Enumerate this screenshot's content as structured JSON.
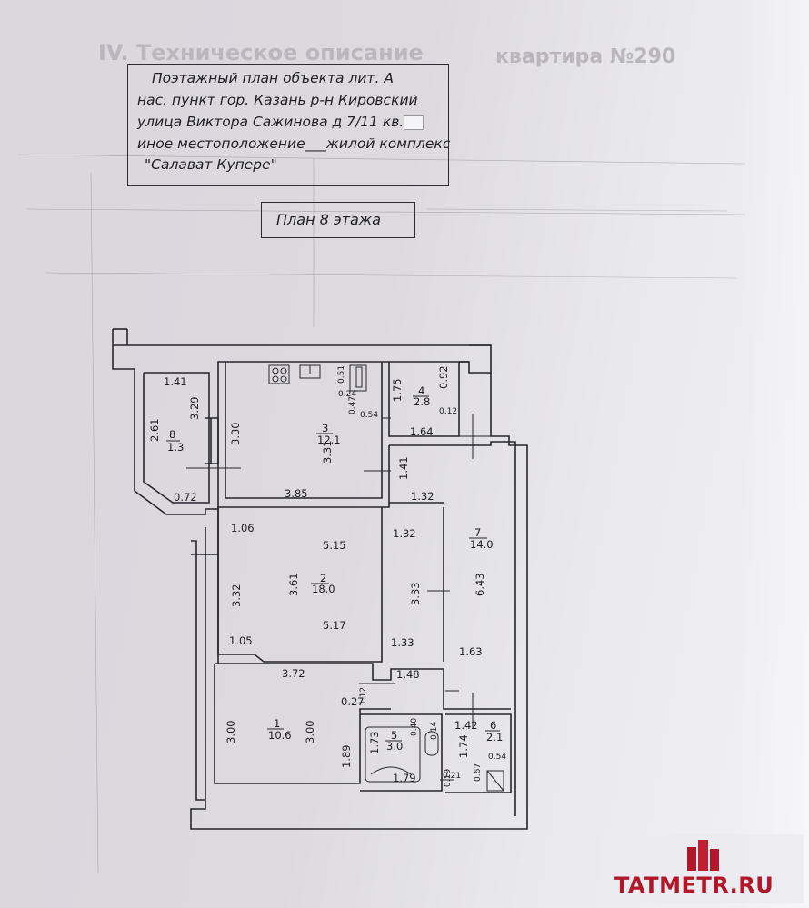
{
  "header": {
    "line1": "Поэтажный план объекта лит. А",
    "line2": "нас. пункт гор. Казань р-н Кировский",
    "line3": "улица Виктора Сажинова д 7/11 кв.",
    "line4": "иное местоположение___жилой комплекс",
    "line5": "\"Салават Купере\""
  },
  "floor_label": "План  8  этажа",
  "background_text": {
    "left_title": "IV. Техническое описание",
    "right_title": "квартира №290"
  },
  "rooms": [
    {
      "num": "1",
      "area": "10.6"
    },
    {
      "num": "2",
      "area": "18.0"
    },
    {
      "num": "3",
      "area": "12.1"
    },
    {
      "num": "4",
      "area": "2.8"
    },
    {
      "num": "5",
      "area": "3.0"
    },
    {
      "num": "6",
      "area": "2.1"
    },
    {
      "num": "7",
      "area": "14.0"
    },
    {
      "num": "8",
      "area": "1.3"
    }
  ],
  "dims": {
    "d141": "1.41",
    "d329": "3.29",
    "d261": "2.61",
    "d072": "0.72",
    "d330": "3.30",
    "d051": "0.51",
    "d024": "0.24",
    "d047": "0.47",
    "d054": "0.54",
    "d175": "1.75",
    "d092": "0.92",
    "d012": "0.12",
    "d164": "1.64",
    "d331": "3.31",
    "d141b": "1.41",
    "d132": "1.32",
    "d385": "3.85",
    "d106": "1.06",
    "d515": "5.15",
    "d132b": "1.32",
    "d332": "3.32",
    "d361": "3.61",
    "d333": "3.33",
    "d643": "6.43",
    "d105": "1.05",
    "d517": "5.17",
    "d133": "1.33",
    "d163": "1.63",
    "d372": "3.72",
    "d148": "1.48",
    "d027": "0.27",
    "d112": "1.12",
    "d300a": "3.00",
    "d300b": "3.00",
    "d189": "1.89",
    "d173": "1.73",
    "d040": "0.40",
    "d014": "0.14",
    "d179": "1.79",
    "d142": "1.42",
    "d174": "1.74",
    "d054b": "0.54",
    "d021": "0.21",
    "d019": "0.19",
    "d067": "0.67"
  },
  "watermark": {
    "text": "TATMETR.RU",
    "color": "#b0182a"
  }
}
